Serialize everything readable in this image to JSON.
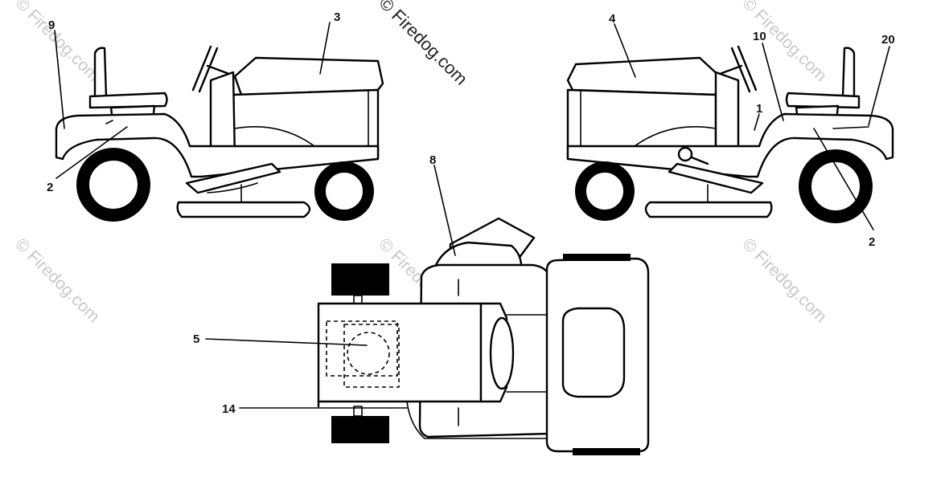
{
  "watermark": {
    "main": "© Firedog.com",
    "faint": "© Firedog.com"
  },
  "callouts": {
    "c9": "9",
    "c3": "3",
    "c2_left": "2",
    "c4": "4",
    "c10": "10",
    "c20": "20",
    "c1": "1",
    "c2_right": "2",
    "c8": "8",
    "c5": "5",
    "c14": "14"
  }
}
